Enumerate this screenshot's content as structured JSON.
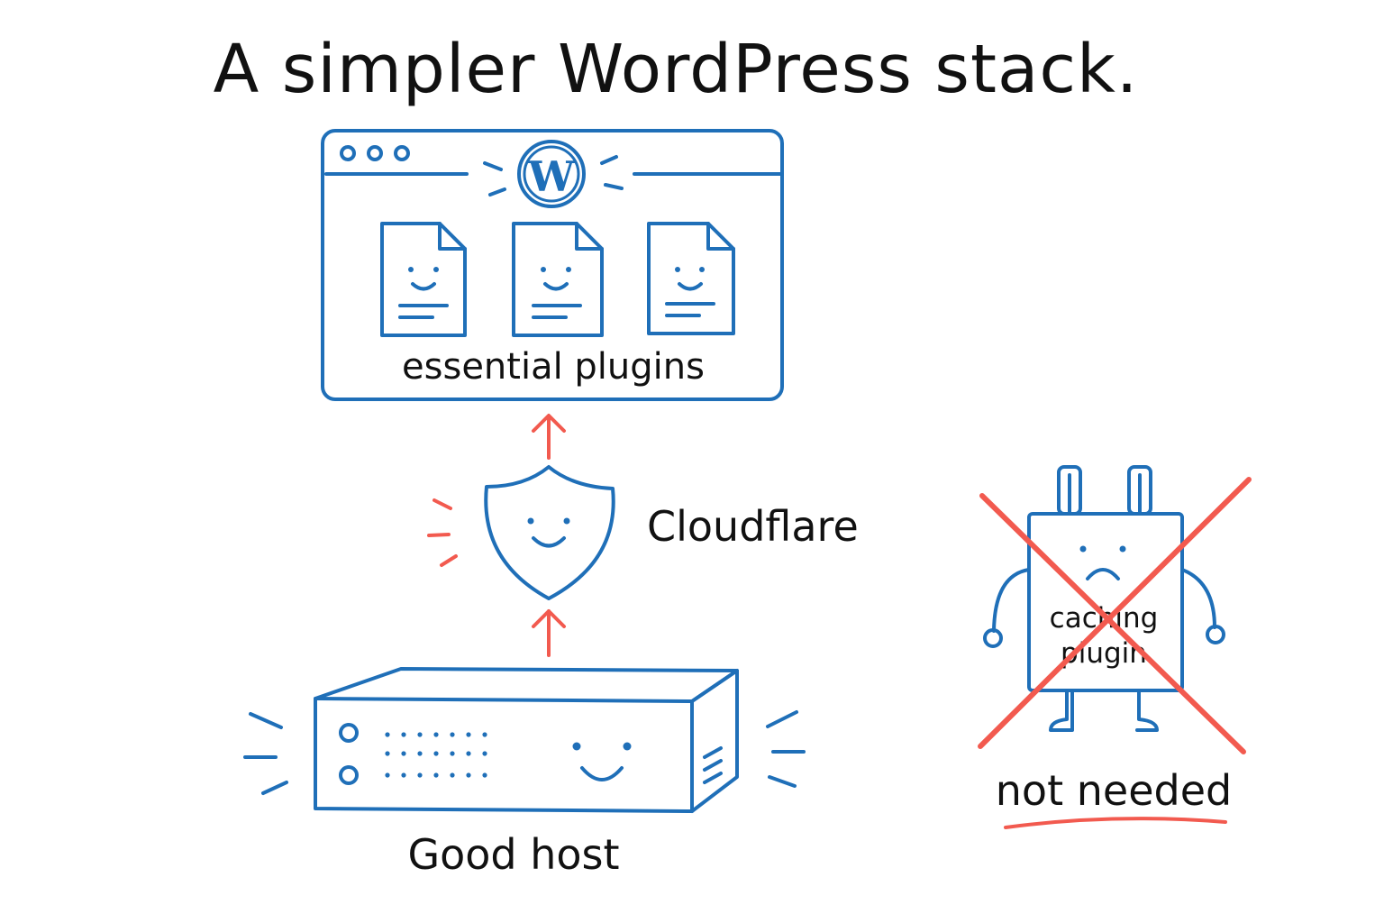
{
  "title": "A simpler WordPress stack.",
  "browser": {
    "label": "essential plugins",
    "logo_letter": "W"
  },
  "shield": {
    "label": "Cloudflare"
  },
  "server": {
    "label": "Good host"
  },
  "plugin": {
    "label_line1": "caching",
    "label_line2": "plugin",
    "status": "not needed"
  },
  "colors": {
    "primary": "#1f6fb8",
    "accent": "#f25a4f",
    "text": "#111111"
  },
  "icons": {
    "browser": "browser-window-icon",
    "wordpress": "wordpress-logo-icon",
    "plugin_doc": "plugin-document-icon",
    "shield": "shield-icon",
    "server": "server-icon",
    "plugin_character": "plug-character-icon",
    "cross": "red-x-icon"
  }
}
